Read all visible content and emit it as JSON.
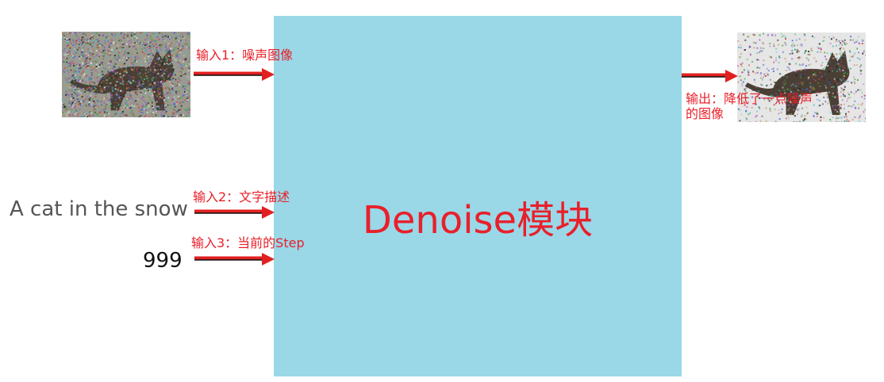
{
  "colors": {
    "block_fill": "#9ad8e8",
    "label_red": "#e8202a",
    "arrow_red": "#e02020",
    "arrow_black": "#111111",
    "input_text_gray": "#555555",
    "step_text": "#111111"
  },
  "denoise_block": {
    "label": "Denoise模块"
  },
  "inputs": {
    "noisy_image": {
      "label": "输入1：噪声图像",
      "icon": "noisy-cat-image"
    },
    "text_prompt": {
      "label": "输入2：文字描述",
      "value": "A cat in the snow"
    },
    "step": {
      "label": "输入3：当前的Step",
      "value": "999"
    }
  },
  "output": {
    "label": "输出：降低了一点噪声的图像",
    "icon": "less-noisy-cat-image"
  }
}
